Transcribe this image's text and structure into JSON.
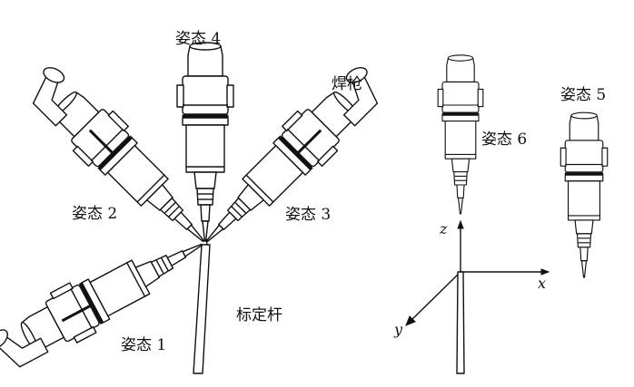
{
  "labels": {
    "pose1": "姿态 1",
    "pose2": "姿态 2",
    "pose3": "姿态 3",
    "pose4": "姿态 4",
    "pose5": "姿态 5",
    "pose6": "姿态 6",
    "torch": "焊枪",
    "calibration_rod": "标定杆"
  },
  "axes": {
    "x": "x",
    "y": "y",
    "z": "z"
  }
}
